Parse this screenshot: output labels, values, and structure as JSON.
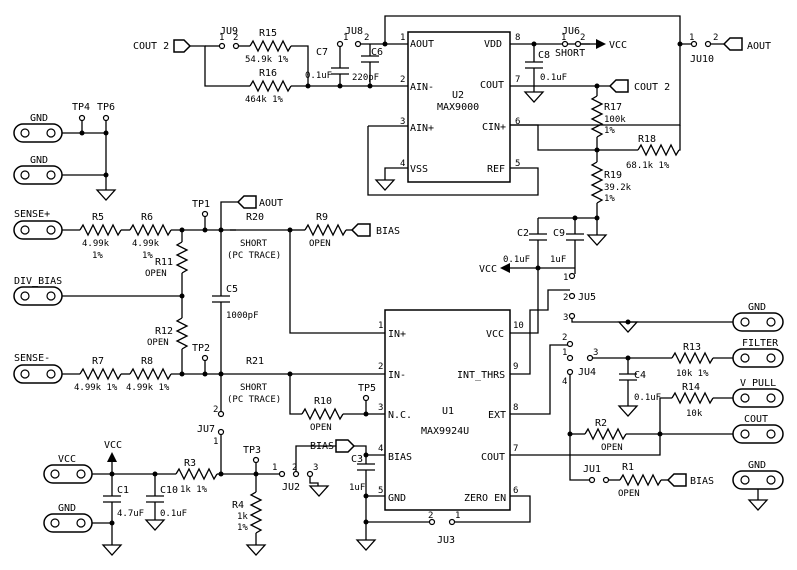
{
  "nets": {
    "cout2_left": "COUT 2",
    "aout_right": "AOUT",
    "vdd_vcc": "VCC",
    "cout2_right": "COUT 2",
    "aout_mid": "AOUT",
    "bias_r9": "BIAS",
    "vcc_left_arrow": "VCC",
    "bias_u1": "BIAS",
    "vcc_supply": "VCC",
    "bias_r1": "BIAS"
  },
  "connectors": {
    "gnd1": "GND",
    "gnd2": "GND",
    "sense_plus": "SENSE+",
    "div_bias": "DIV_BIAS",
    "sense_minus": "SENSE-",
    "vcc": "VCC",
    "gnd3": "GND",
    "gnd_right": "GND",
    "filter": "FILTER",
    "vpull": "V PULL",
    "cout": "COUT",
    "gnd_bottom_right": "GND"
  },
  "testpoints": {
    "tp4": "TP4",
    "tp6": "TP6",
    "tp1": "TP1",
    "tp2": "TP2",
    "tp3": "TP3",
    "tp5": "TP5"
  },
  "jumpers": {
    "ju9": "JU9",
    "ju8": "JU8",
    "ju6": "JU6",
    "ju10": "JU10",
    "ju5": "JU5",
    "ju4": "JU4",
    "ju7": "JU7",
    "ju2": "JU2",
    "ju3": "JU3",
    "ju1": "JU1"
  },
  "jumper_pins": {
    "ju9_1": "1",
    "ju9_2": "2",
    "ju8_1": "1",
    "ju8_2": "2",
    "ju6_1": "1",
    "ju6_2": "2",
    "ju10_1": "1",
    "ju10_2": "2",
    "ju5_1": "1",
    "ju5_2": "2",
    "ju5_3": "3",
    "ju4_1": "1",
    "ju4_2": "2",
    "ju4_3": "3",
    "ju4_4": "4",
    "ju7_1": "1",
    "ju7_2": "2",
    "ju2_1": "1",
    "ju2_2": "2",
    "ju2_3": "3",
    "ju3_1": "1",
    "ju3_2": "2"
  },
  "ju6_short": "SHORT",
  "resistors": {
    "r15": {
      "name": "R15",
      "value": "54.9k 1%"
    },
    "r16": {
      "name": "R16",
      "value": "464k 1%"
    },
    "r17": {
      "name": "R17",
      "value1": "100k",
      "value2": "1%"
    },
    "r18": {
      "name": "R18",
      "value": "68.1k 1%"
    },
    "r19": {
      "name": "R19",
      "value1": "39.2k",
      "value2": "1%"
    },
    "r5": {
      "name": "R5",
      "value1": "4.99k",
      "value2": "1%"
    },
    "r6": {
      "name": "R6",
      "value1": "4.99k",
      "value2": "1%"
    },
    "r20": {
      "name": "R20",
      "value1": "SHORT",
      "value2": "(PC TRACE)"
    },
    "r9": {
      "name": "R9",
      "value": "OPEN"
    },
    "r11": {
      "name": "R11",
      "value": "OPEN"
    },
    "r12": {
      "name": "R12",
      "value": "OPEN"
    },
    "r7": {
      "name": "R7",
      "value": "4.99k 1%"
    },
    "r8": {
      "name": "R8",
      "value": "4.99k 1%"
    },
    "r21": {
      "name": "R21",
      "value1": "SHORT",
      "value2": "(PC TRACE)"
    },
    "r10": {
      "name": "R10",
      "value": "OPEN"
    },
    "r3": {
      "name": "R3",
      "value": "1k 1%"
    },
    "r4": {
      "name": "R4",
      "value1": "1k",
      "value2": "1%"
    },
    "r13": {
      "name": "R13",
      "value": "10k 1%"
    },
    "r14": {
      "name": "R14",
      "value": "10k"
    },
    "r2": {
      "name": "R2",
      "value": "OPEN"
    },
    "r1": {
      "name": "R1",
      "value": "OPEN"
    }
  },
  "capacitors": {
    "c7": {
      "name": "C7",
      "value": "0.1uF"
    },
    "c6": {
      "name": "C6",
      "value": "220pF"
    },
    "c8": {
      "name": "C8",
      "value": "0.1uF"
    },
    "c2": {
      "name": "C2",
      "value": "0.1uF"
    },
    "c9": {
      "name": "C9",
      "value": "1uF"
    },
    "c5": {
      "name": "C5",
      "value": "1000pF"
    },
    "c4": {
      "name": "C4",
      "value": "0.1uF"
    },
    "c3": {
      "name": "C3",
      "value": "1uF"
    },
    "c1": {
      "name": "C1",
      "value": "4.7uF"
    },
    "c10": {
      "name": "C10",
      "value": "0.1uF"
    }
  },
  "u2": {
    "ref": "U2",
    "part": "MAX9000",
    "pins": {
      "p1": "1",
      "p2": "2",
      "p3": "3",
      "p4": "4",
      "p5": "5",
      "p6": "6",
      "p7": "7",
      "p8": "8"
    },
    "labels": {
      "aout": "AOUT",
      "ain_minus": "AIN-",
      "ain_plus": "AIN+",
      "vss": "VSS",
      "vdd": "VDD",
      "cout": "COUT",
      "cin_plus": "CIN+",
      "ref": "REF"
    }
  },
  "u1": {
    "ref": "U1",
    "part": "MAX9924U",
    "pins": {
      "p1": "1",
      "p2": "2",
      "p3": "3",
      "p4": "4",
      "p5": "5",
      "p6": "6",
      "p7": "7",
      "p8": "8",
      "p9": "9",
      "p10": "10"
    },
    "labels": {
      "in_plus": "IN+",
      "in_minus": "IN-",
      "nc": "N.C.",
      "bias": "BIAS",
      "gnd": "GND",
      "vcc": "VCC",
      "int_thrs": "INT_THRS",
      "ext": "EXT",
      "cout": "COUT",
      "zero_en": "ZERO EN"
    }
  }
}
